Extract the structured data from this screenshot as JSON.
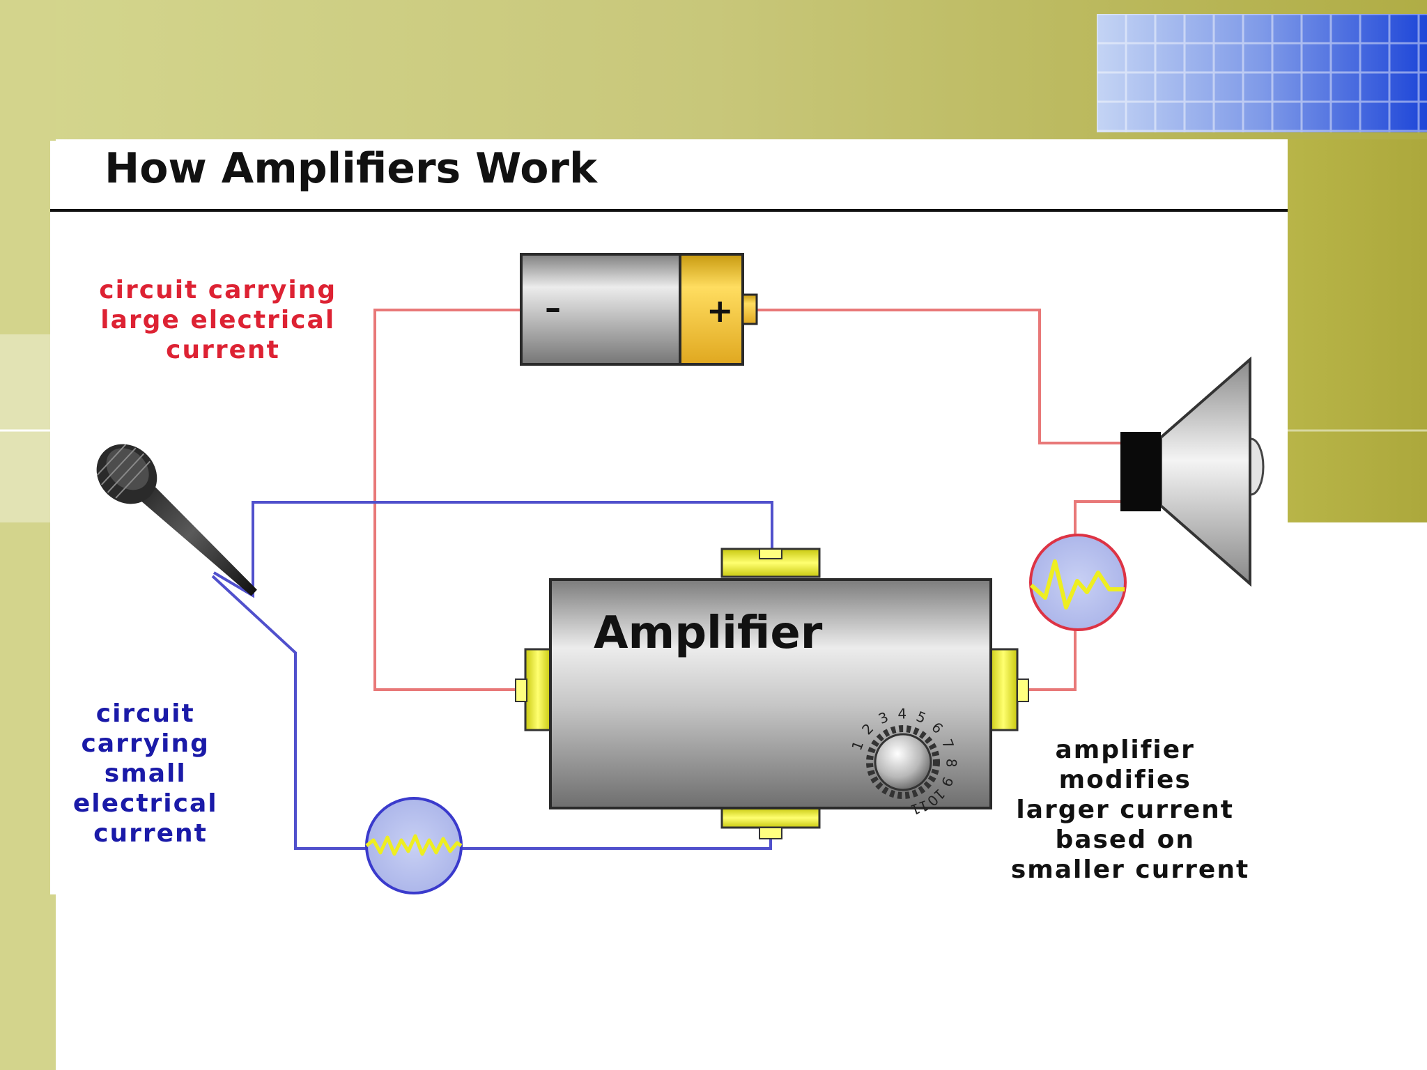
{
  "title": "How Amplifiers Work",
  "battery": {
    "minus": "–",
    "plus": "+"
  },
  "amplifier": {
    "label": "Amplifier",
    "dial_numbers": [
      "1",
      "2",
      "3",
      "4",
      "5",
      "6",
      "7",
      "8",
      "9",
      "10",
      "11"
    ]
  },
  "labels": {
    "large_circuit": [
      "circuit carrying",
      "large electrical",
      "current"
    ],
    "small_circuit": [
      "circuit",
      "carrying",
      "small",
      "electrical",
      "current"
    ],
    "modifies": [
      "amplifier",
      "modifies",
      "larger current",
      "based on",
      "smaller current"
    ]
  },
  "colors": {
    "large_circuit_wire": "#e87878",
    "small_circuit_wire": "#5050cc",
    "large_circuit_text": "#dd2233",
    "small_circuit_text": "#1a1aa8",
    "slide_accent": "#b8b64a",
    "waveform": "#eeee20"
  }
}
